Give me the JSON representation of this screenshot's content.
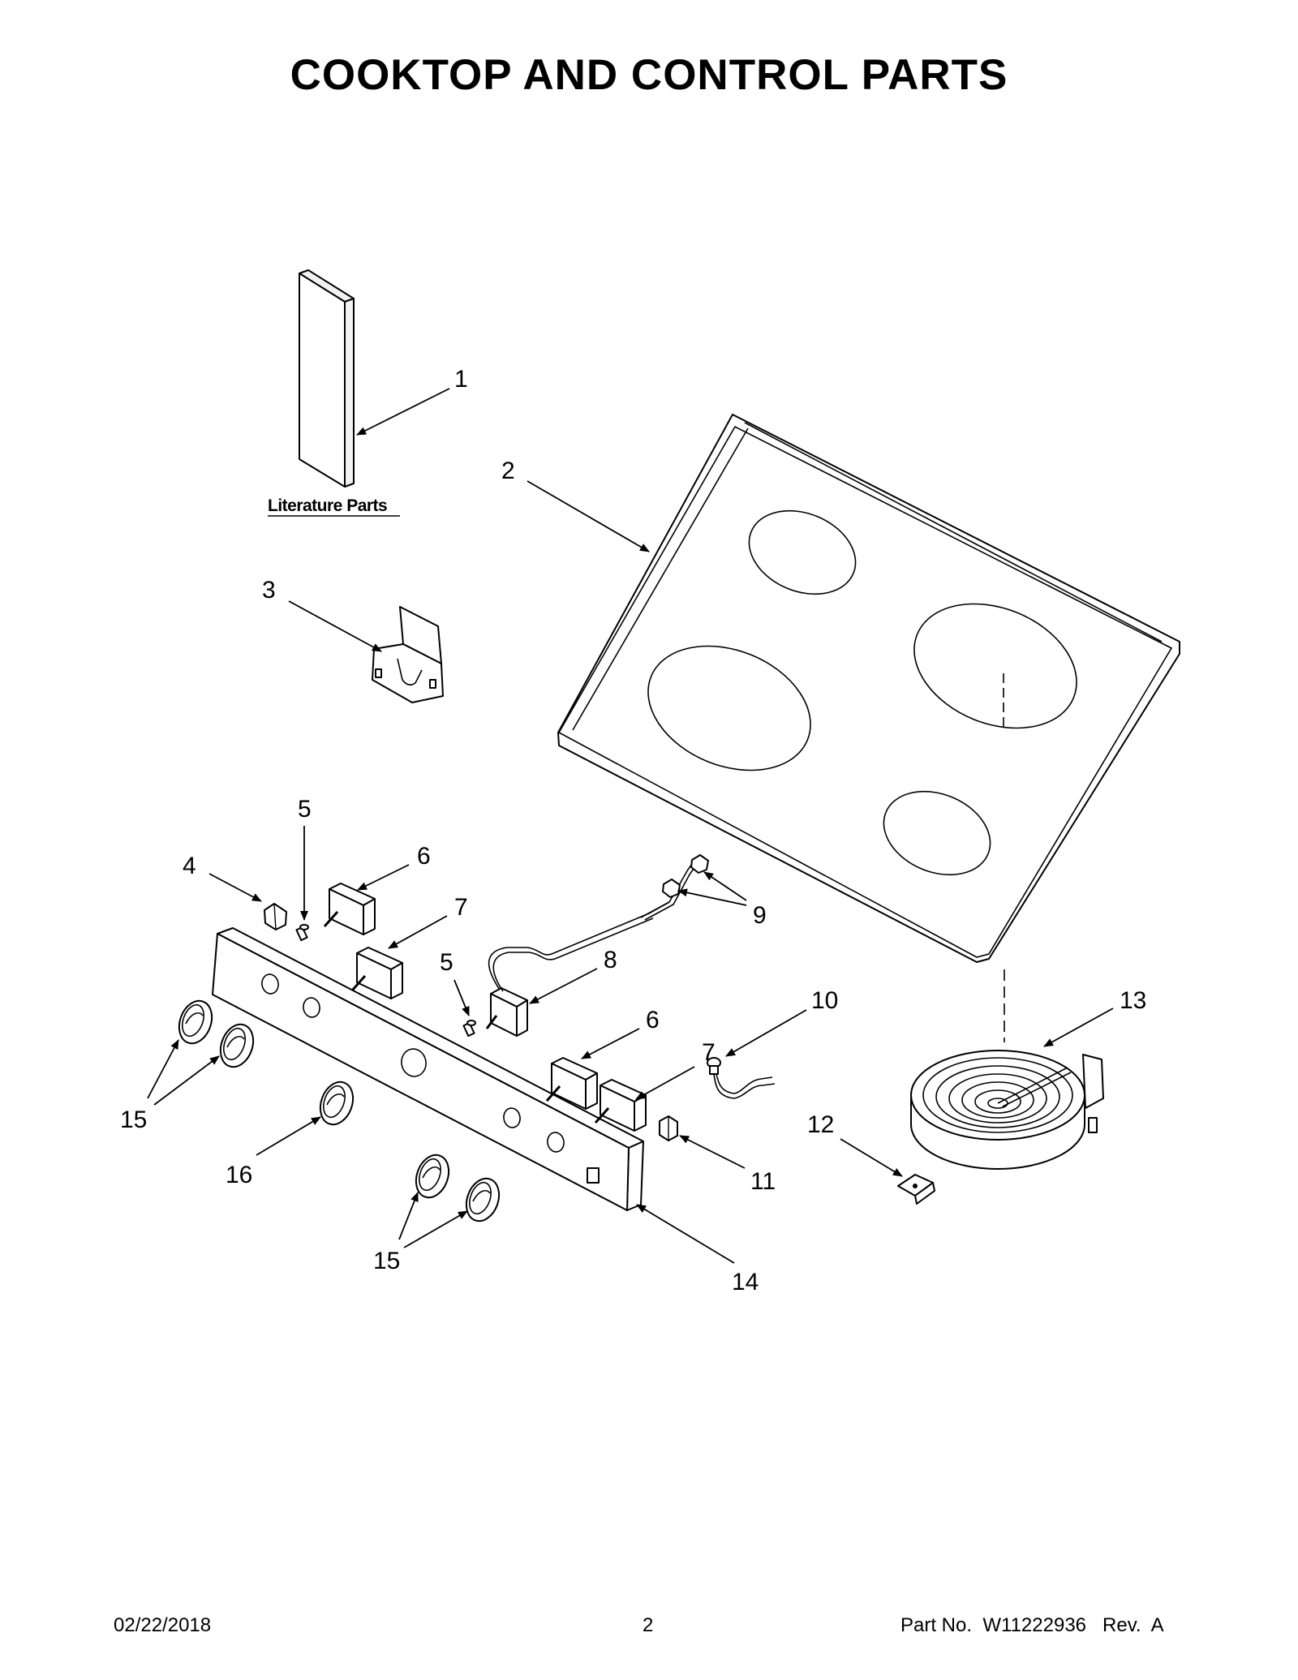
{
  "page": {
    "title": "COOKTOP AND CONTROL PARTS"
  },
  "diagram": {
    "literature_caption": "Literature Parts",
    "callouts": {
      "c1": "1",
      "c2": "2",
      "c3": "3",
      "c4": "4",
      "c5a": "5",
      "c5b": "5",
      "c6a": "6",
      "c6b": "6",
      "c7a": "7",
      "c7b": "7",
      "c8": "8",
      "c9": "9",
      "c10": "10",
      "c11": "11",
      "c12": "12",
      "c13": "13",
      "c14": "14",
      "c15a": "15",
      "c15b": "15",
      "c16": "16"
    }
  },
  "footer": {
    "date": "02/22/2018",
    "page_number": "2",
    "part_number": "Part No.  W11222936   Rev.  A"
  }
}
